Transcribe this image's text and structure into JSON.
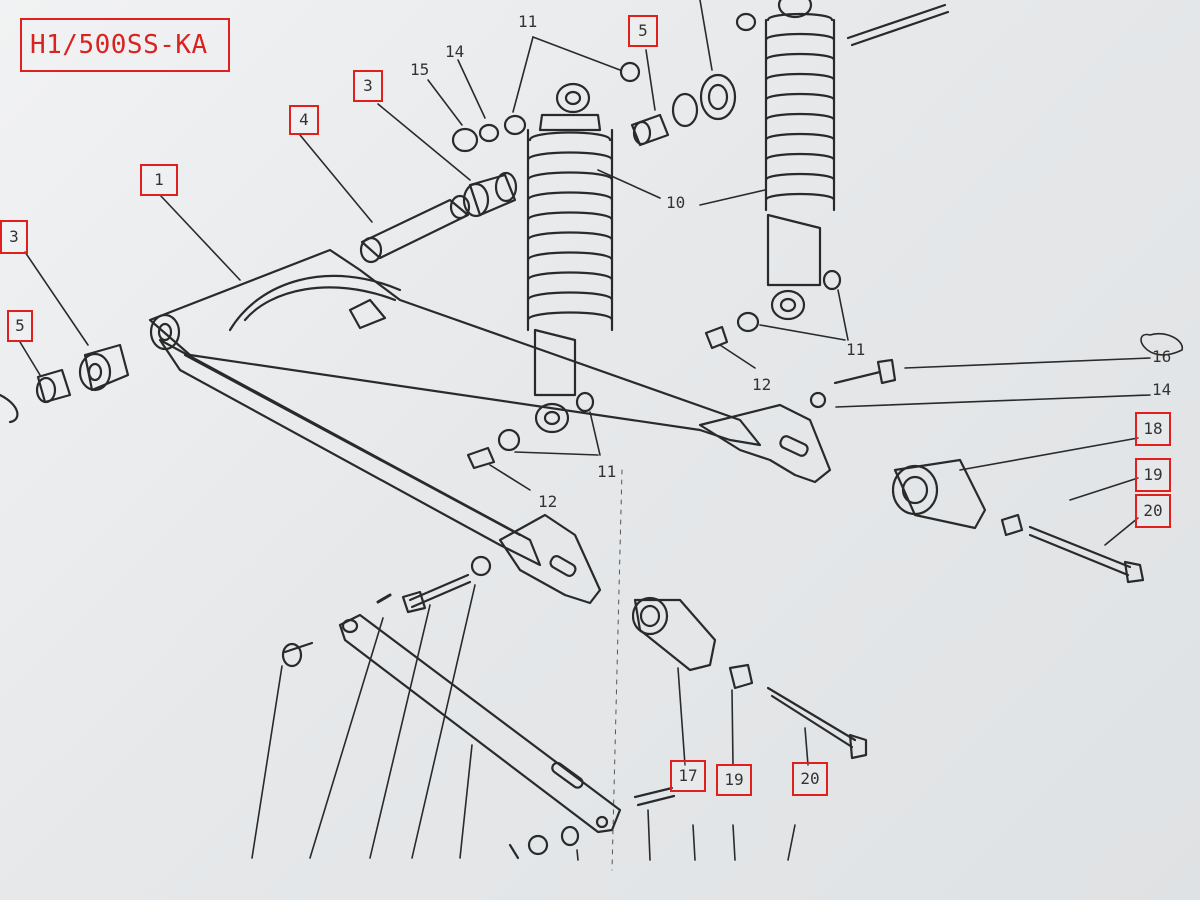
{
  "title": "H1/500SS-KA",
  "callouts": {
    "c1": "1",
    "c3a": "3",
    "c3b": "3",
    "c4": "4",
    "c5a": "5",
    "c5b": "5",
    "c10": "10",
    "c11a": "11",
    "c11b": "11",
    "c11c": "11",
    "c12a": "12",
    "c12b": "12",
    "c14a": "14",
    "c14b": "14",
    "c15": "15",
    "c16": "16",
    "c17": "17",
    "c18": "18",
    "c19a": "19",
    "c19b": "19",
    "c20a": "20",
    "c20b": "20"
  },
  "colors": {
    "line": "#2a2a2a",
    "highlight": "#e0201c",
    "paper": "#eceef0"
  }
}
